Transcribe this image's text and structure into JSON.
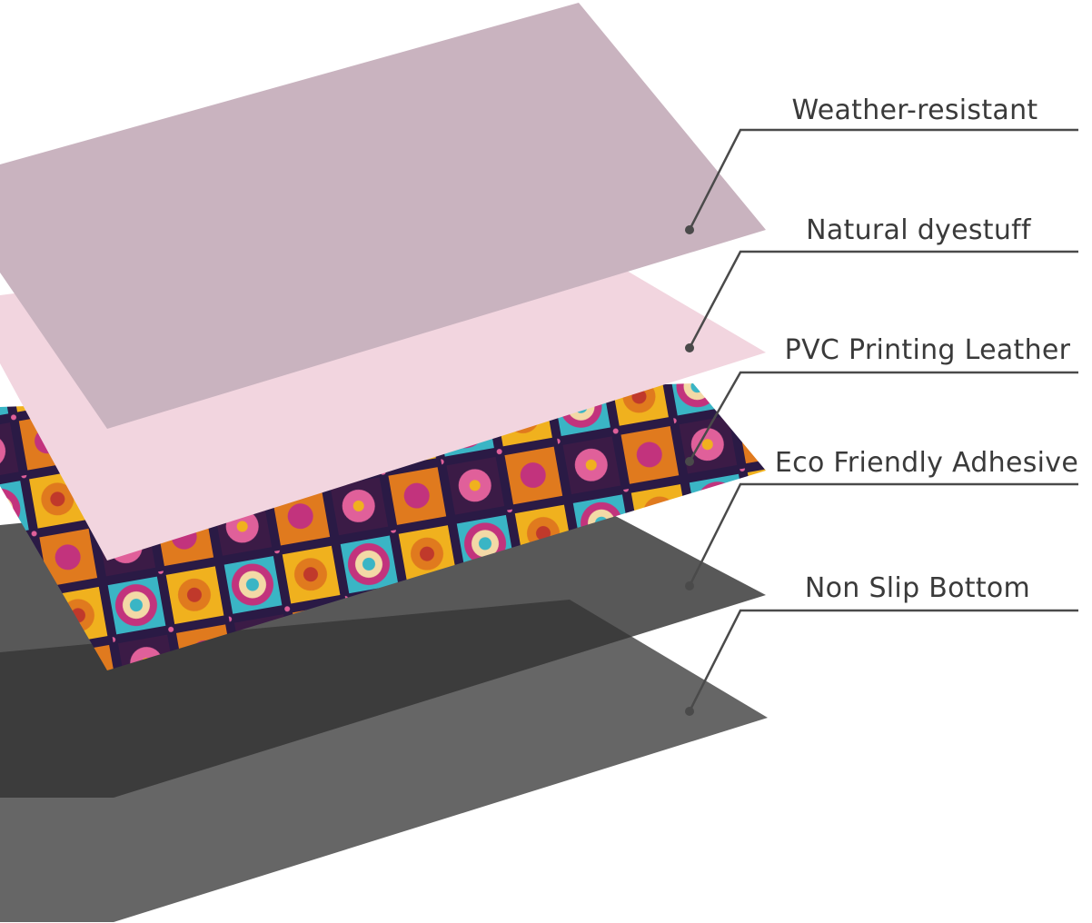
{
  "layers": [
    {
      "id": "weather",
      "label": "Weather-resistant",
      "color": "#c9b3bf"
    },
    {
      "id": "dye",
      "label": "Natural dyestuff",
      "color": "#f2d5df"
    },
    {
      "id": "pvc",
      "label": "PVC Printing Leather",
      "color": "#3b1b46"
    },
    {
      "id": "adhesive",
      "label": "Eco Friendly Adhesive",
      "color": "#333333"
    },
    {
      "id": "nonslip",
      "label": "Non Slip Bottom",
      "color": "#666666"
    }
  ],
  "pattern_colors": {
    "navy": "#2a1a45",
    "purple": "#3b1b46",
    "magenta": "#c2337d",
    "pink": "#e0609a",
    "teal": "#3ab5c5",
    "orange": "#e07a1e",
    "yellow": "#f0b11e",
    "red": "#c0392b",
    "cream": "#f3d9a6"
  }
}
